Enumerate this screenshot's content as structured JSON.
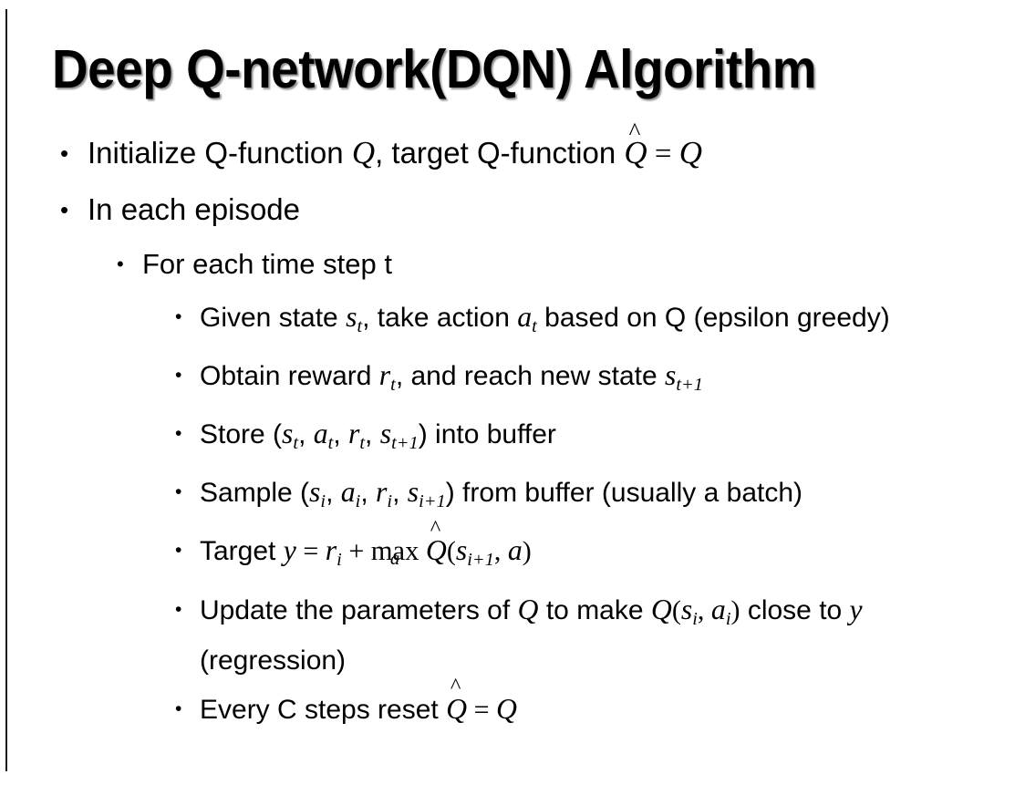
{
  "slide": {
    "title": "Deep Q-network(DQN) Algorithm",
    "background_color": "#ffffff",
    "text_color": "#000000",
    "rule_color": "#1a1a1a"
  },
  "bullets": {
    "b1_pre": "Initialize Q-function ",
    "b1_q1": "Q",
    "b1_mid": ", target Q-function ",
    "b1_qhat": "Q",
    "b1_hat": "^",
    "b1_eq": " = ",
    "b1_q2": "Q",
    "b2": "In each episode",
    "b3": "For each time step t",
    "b4_pre": "Given state ",
    "b4_s": "s",
    "b4_s_sub": "t",
    "b4_mid": ", take action ",
    "b4_a": "a",
    "b4_a_sub": "t",
    "b4_post": " based on Q (epsilon greedy)",
    "b5_pre": "Obtain reward ",
    "b5_r": "r",
    "b5_r_sub": "t",
    "b5_mid": ", and reach new state ",
    "b5_s": "s",
    "b5_s_sub": "t+1",
    "b6_pre": "Store (",
    "b6_s": "s",
    "b6_s_sub": "t",
    "b6_c1": ", ",
    "b6_a": "a",
    "b6_a_sub": "t",
    "b6_c2": ", ",
    "b6_r": "r",
    "b6_r_sub": "t",
    "b6_c3": ", ",
    "b6_s2": "s",
    "b6_s2_sub": "t+1",
    "b6_post": ") into buffer",
    "b7_pre": "Sample (",
    "b7_s": "s",
    "b7_s_sub": "i",
    "b7_c1": ", ",
    "b7_a": "a",
    "b7_a_sub": "i",
    "b7_c2": ", ",
    "b7_r": "r",
    "b7_r_sub": "i",
    "b7_c3": ", ",
    "b7_s2": "s",
    "b7_s2_sub": "i+1",
    "b7_post": ") from buffer (usually a batch)",
    "b8_pre": "Target ",
    "b8_y": "y",
    "b8_eq": " = ",
    "b8_r": "r",
    "b8_r_sub": "i",
    "b8_plus": " + ",
    "b8_max": "max",
    "b8_max_sub": "a",
    "b8_qhat": "Q",
    "b8_hat": "^",
    "b8_open": "(",
    "b8_s": "s",
    "b8_s_sub": "i+1",
    "b8_comma": ", ",
    "b8_a": "a",
    "b8_close": ")",
    "b9_pre": "Update the parameters of ",
    "b9_q1": "Q",
    "b9_mid": " to make ",
    "b9_q2": "Q",
    "b9_open": "(",
    "b9_s": "s",
    "b9_s_sub": "i",
    "b9_comma": ", ",
    "b9_a": "a",
    "b9_a_sub": "i",
    "b9_close": ")",
    "b9_post": " close to ",
    "b9_y": "y",
    "b9_end": " (regression)",
    "b10_pre": "Every C steps reset ",
    "b10_qhat": "Q",
    "b10_hat": "^",
    "b10_eq": " = ",
    "b10_q": "Q"
  },
  "icons": {
    "bullet_dot": "•"
  }
}
